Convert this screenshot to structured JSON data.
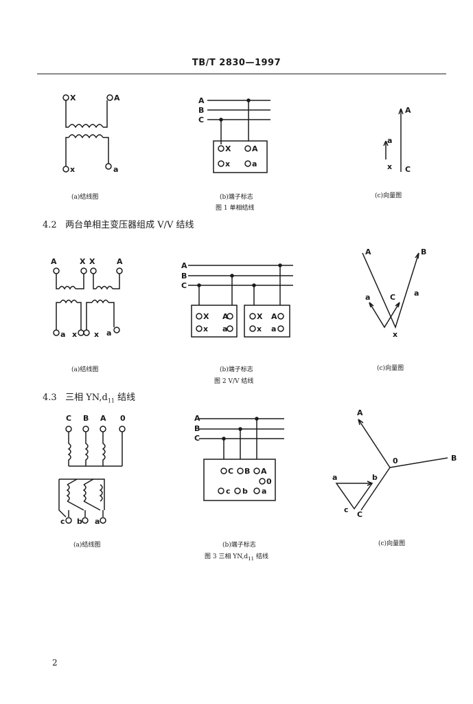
{
  "header": {
    "doc_code": "TB/T 2830—1997"
  },
  "figure1": {
    "caption": "图 1  单相结线",
    "sub_a": "(a)结线图",
    "sub_b": "(b)端子标志",
    "sub_c": "(c)向量图",
    "a_labels": {
      "X": "X",
      "A": "A",
      "x": "x",
      "a": "a"
    },
    "b_labels": {
      "A": "A",
      "B": "B",
      "C": "C",
      "X": "X",
      "A2": "A",
      "x": "x",
      "a": "a"
    },
    "c_labels": {
      "A": "A",
      "C": "C",
      "a": "a",
      "x": "x"
    }
  },
  "section42": {
    "num": "4.2",
    "title": "两台单相主变压器组成 V/V 结线"
  },
  "figure2": {
    "caption": "图 2  V/V 结线",
    "sub_a": "(a)结线图",
    "sub_b": "(b)端子标志",
    "sub_c": "(c)向量图",
    "a_labels": {
      "A1": "A",
      "X1": "X",
      "X2": "X",
      "A2": "A",
      "a1": "a",
      "x1": "x",
      "x2": "x",
      "a2": "a"
    },
    "b_labels": {
      "A": "A",
      "B": "B",
      "C": "C",
      "X1": "X",
      "A1": "A",
      "x1": "x",
      "a1": "a",
      "X2": "X",
      "A2": "A",
      "x2": "x",
      "a2": "a"
    },
    "c_labels": {
      "A": "A",
      "B": "B",
      "C": "C",
      "a1": "a",
      "a2": "a",
      "x": "x"
    }
  },
  "section43": {
    "num": "4.3",
    "title": "三相 YN,d",
    "title_sub": "11",
    "title_tail": " 结线"
  },
  "figure3": {
    "caption": "图 3  三相 YN,d",
    "caption_sub": "11",
    "caption_tail": " 结线",
    "sub_a": "(a)结线图",
    "sub_b": "(b)端子标志",
    "sub_c": "(c)向量图",
    "a_labels": {
      "C": "C",
      "B": "B",
      "A": "A",
      "O": "0",
      "c": "c",
      "b": "b",
      "a": "a"
    },
    "b_labels": {
      "A": "A",
      "B": "B",
      "C": "C",
      "tC": "C",
      "tB": "B",
      "tA": "A",
      "tO": "0",
      "tc": "c",
      "tb": "b",
      "ta": "a"
    },
    "c_labels": {
      "A": "A",
      "B": "B",
      "O": "0",
      "a": "a",
      "b": "b",
      "c1": "c",
      "c2": "C"
    }
  },
  "page_number": "2"
}
